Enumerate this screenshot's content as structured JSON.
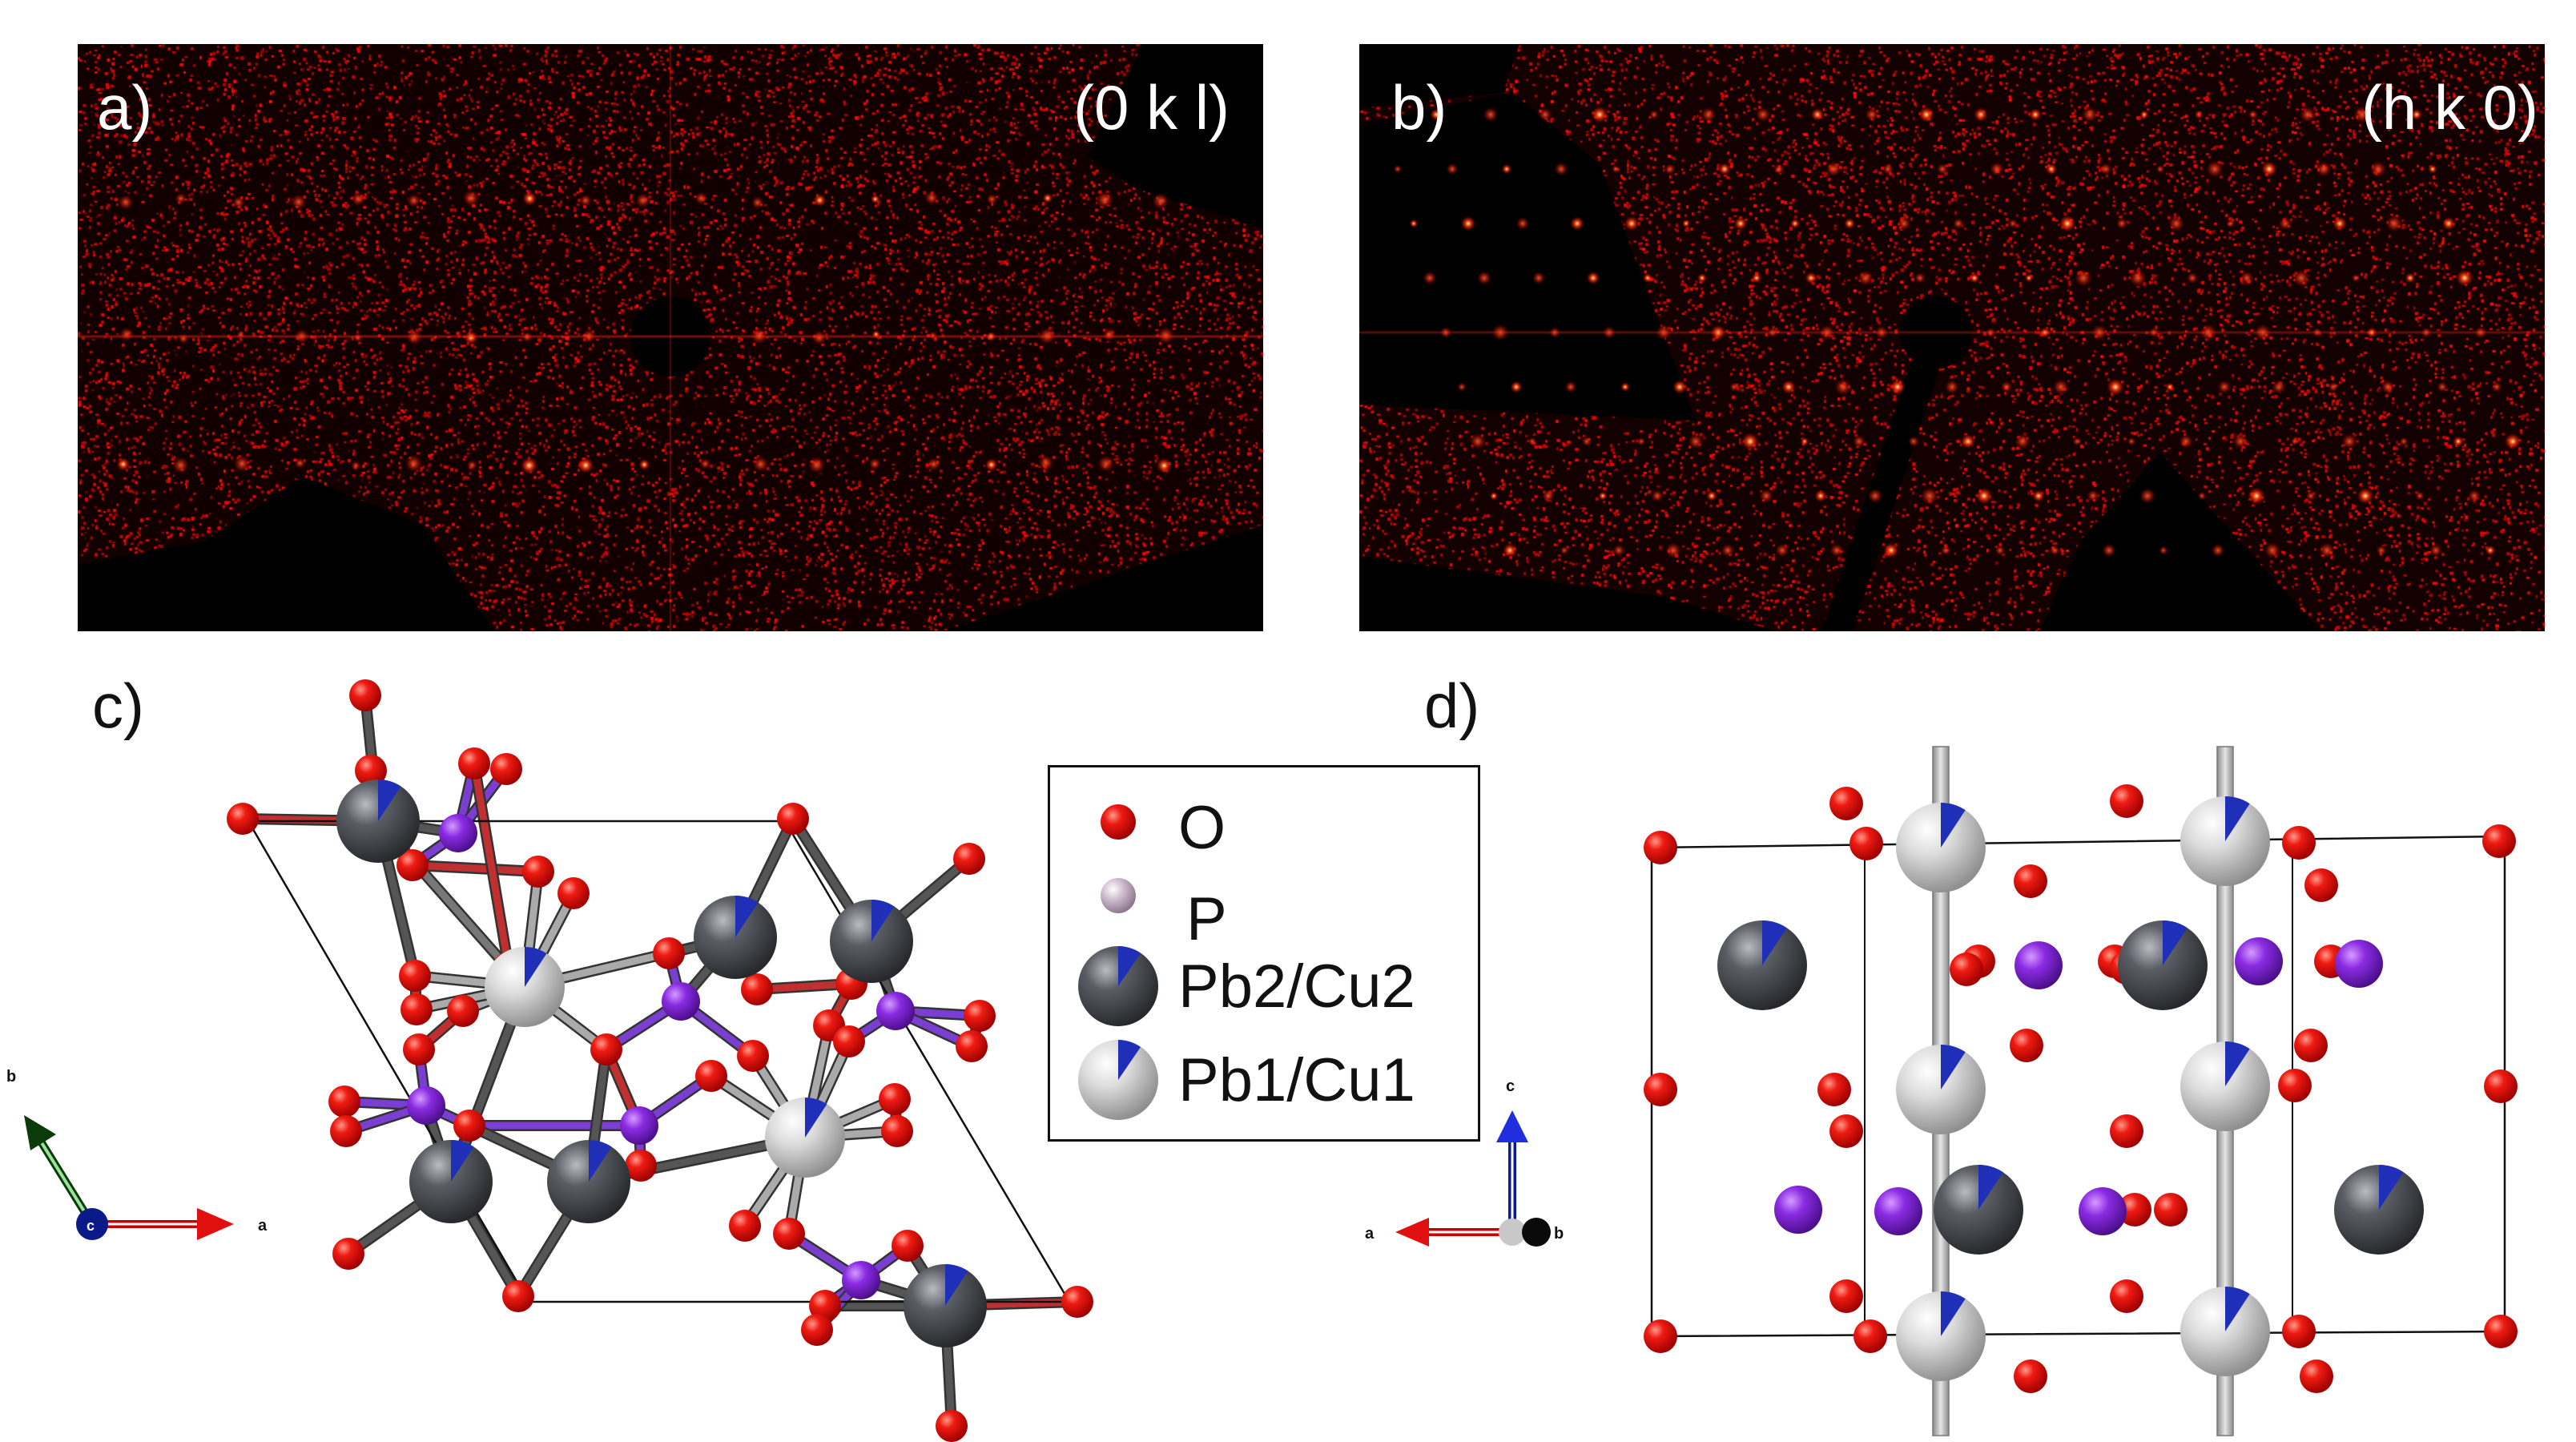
{
  "panels": {
    "a": {
      "label": "a)",
      "index": "(0 k l)"
    },
    "b": {
      "label": "b)",
      "index": "(h k 0)"
    },
    "c": {
      "label": "c)",
      "axes": {
        "b": "b",
        "a": "a",
        "c": "c"
      }
    },
    "d": {
      "label": "d)",
      "axes": {
        "c": "c",
        "a": "a",
        "b": "b"
      }
    }
  },
  "legend": {
    "items": [
      {
        "symbol": "O",
        "label": "O"
      },
      {
        "symbol": "P",
        "label": "P"
      },
      {
        "symbol": "Pb2",
        "label": "Pb2/Cu2"
      },
      {
        "symbol": "Pb1",
        "label": "Pb1/Cu1"
      }
    ]
  },
  "colors": {
    "oxygen": "#e01010",
    "phosphorus": "#8a2be2",
    "phosphorus_legend": "#c9b4c9",
    "pb2": "#4a4d52",
    "pb1": "#d4d4d4",
    "cu_wedge": "#1f2fb8",
    "diffraction_bg": "#0b0000",
    "diffraction_spot": "#ff2a10"
  },
  "icons": {
    "c_axes": "crystal-axes-icon",
    "d_axes": "crystal-axes-icon"
  }
}
